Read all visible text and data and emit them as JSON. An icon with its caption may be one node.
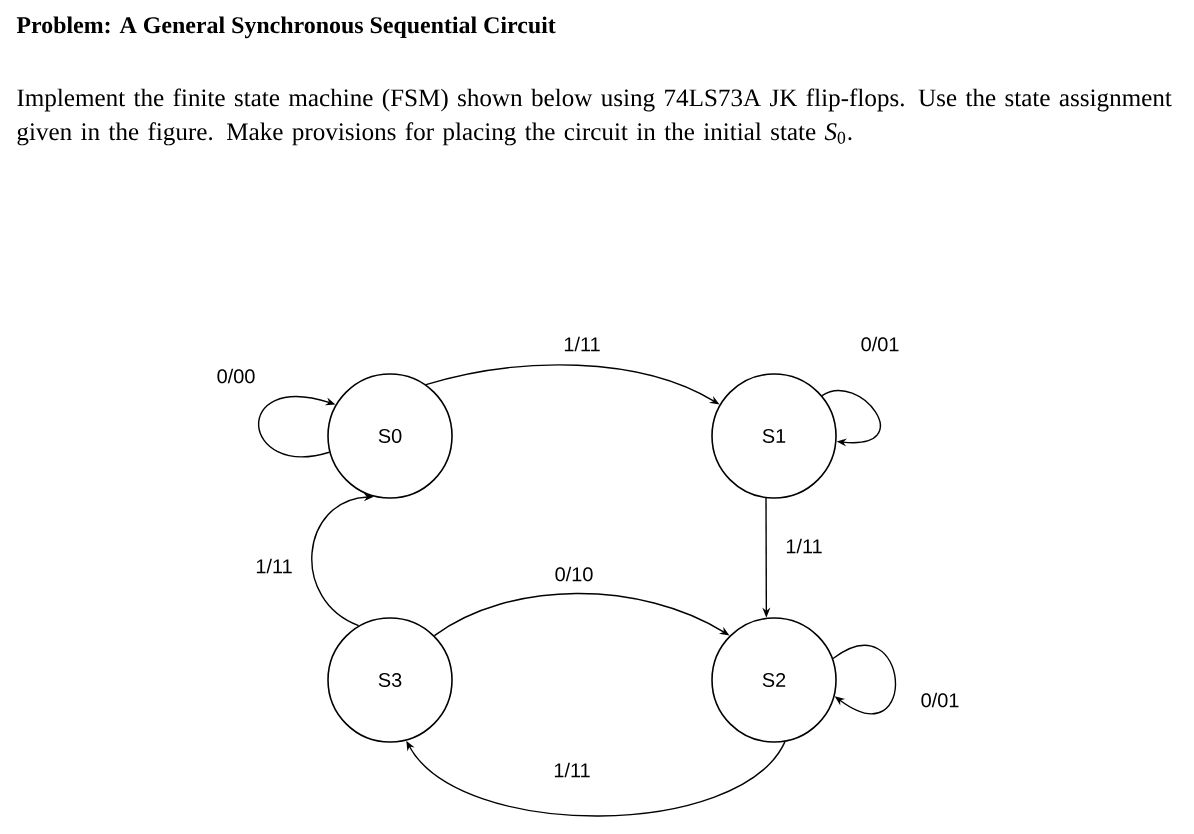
{
  "diagram": {
    "title": "Problem: A General Synchronous Sequential Circuit",
    "nodes": [
      {
        "text": [
          "S0"
        ]
      },
      {
        "text": [
          "S1"
        ]
      },
      {
        "text": [
          "S2"
        ]
      },
      {
        "text": [
          "S3"
        ]
      }
    ],
    "edges": [
      {
        "from": 0,
        "to": 0,
        "arrow": "to",
        "label": "0/00"
      },
      {
        "from": 0,
        "to": 1,
        "arrow": "to",
        "label": "1/11"
      },
      {
        "from": 1,
        "to": 1,
        "arrow": "to",
        "label": "0/01"
      },
      {
        "from": 1,
        "to": 2,
        "arrow": "to",
        "label": "1/11"
      },
      {
        "from": 3,
        "to": 2,
        "arrow": "to",
        "label": "0/10"
      },
      {
        "from": 2,
        "to": 2,
        "arrow": "to",
        "label": "0/01"
      },
      {
        "from": 2,
        "to": 3,
        "arrow": "to",
        "label": "1/11"
      },
      {
        "from": 3,
        "to": 0,
        "arrow": "to",
        "label": "1/11"
      }
    ],
    "labels": [
      "Implement the finite state machine (FSM) shown below using 74LS73A JK flip-flops.  Use the state assignment given in the figure.  Make provisions for placing the circuit in the initial state *S*$_{0}$."
    ]
  }
}
